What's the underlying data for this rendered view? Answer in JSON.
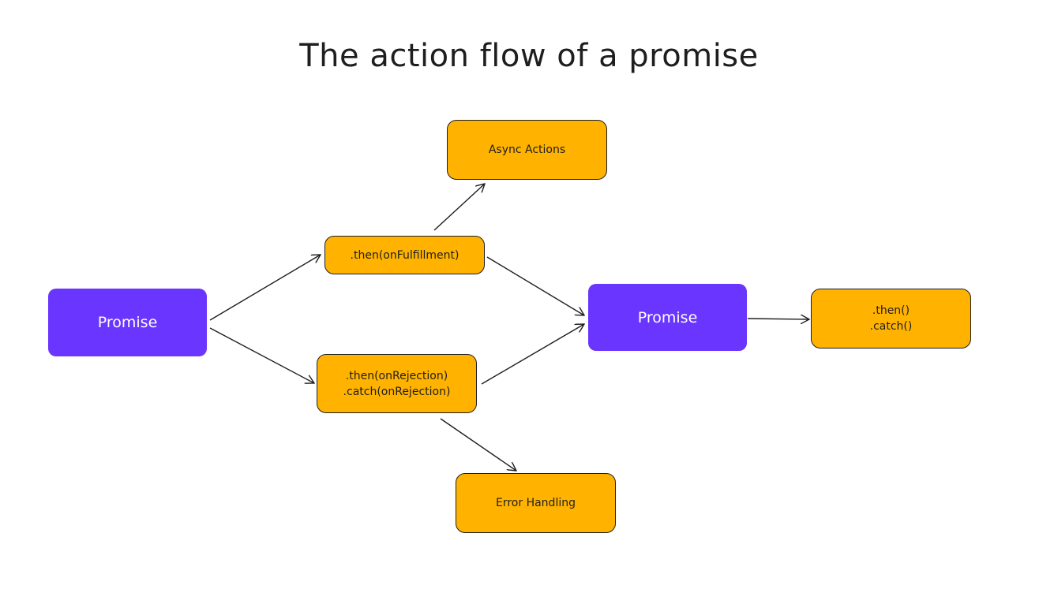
{
  "title": "The action flow of a promise",
  "colors": {
    "promise_fill": "#6a35ff",
    "step_fill": "#ffb300",
    "stroke": "#1e1e1e"
  },
  "nodes": {
    "promise_start": {
      "label": "Promise"
    },
    "then_fulfillment": {
      "label": ".then(onFulfillment)"
    },
    "async_actions": {
      "label": "Async Actions"
    },
    "rejection": {
      "lines": [
        ".then(onRejection)",
        ".catch(onRejection)"
      ]
    },
    "error_handling": {
      "label": "Error Handling"
    },
    "promise_next": {
      "label": "Promise"
    },
    "chain_methods": {
      "lines": [
        ".then()",
        ".catch()"
      ]
    }
  }
}
